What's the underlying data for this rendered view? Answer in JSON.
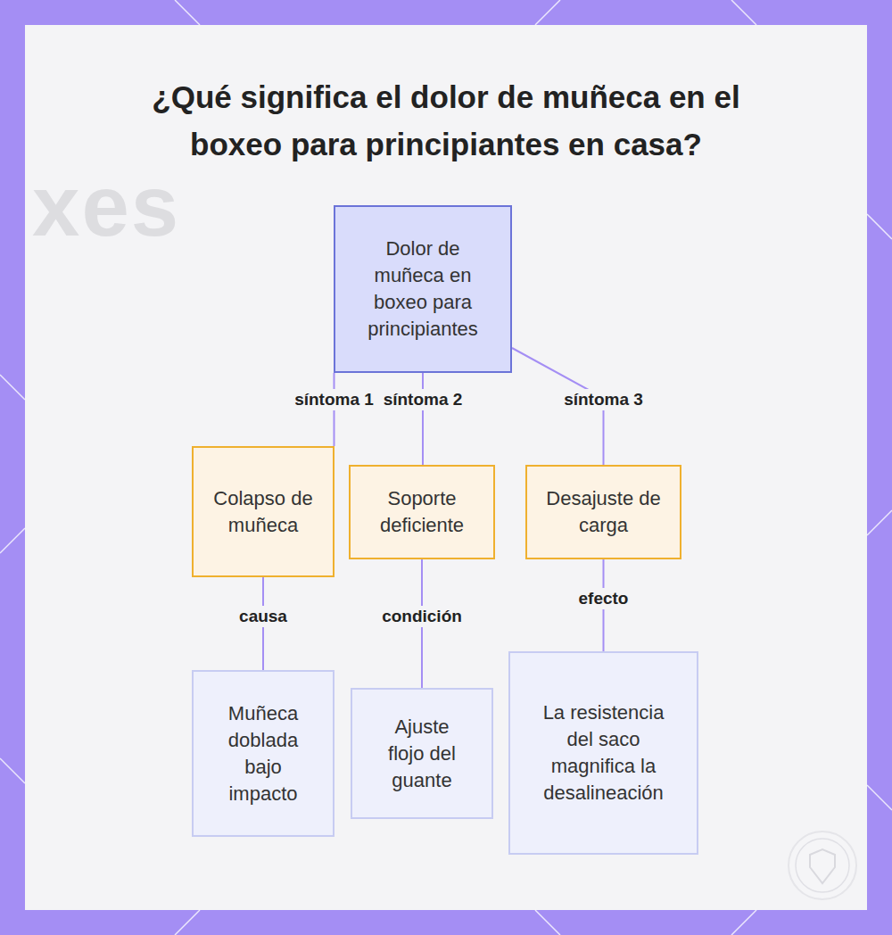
{
  "diagram": {
    "title": "¿Qué significa el dolor de muñeca en el boxeo para principiantes en casa?",
    "nodes": [
      {
        "text": [
          "Dolor de muñeca en boxeo para principiantes"
        ]
      },
      {
        "text": [
          "Colapso de muñeca"
        ]
      },
      {
        "text": [
          "Soporte deficiente"
        ]
      },
      {
        "text": [
          "Desajuste de carga"
        ]
      },
      {
        "text": [
          "Muñeca doblada bajo impacto"
        ]
      },
      {
        "text": [
          "Ajuste flojo del guante"
        ]
      },
      {
        "text": [
          "La resistencia del saco magnifica la desalineación"
        ]
      }
    ],
    "edges": [
      {
        "from": 0,
        "to": 1,
        "arrow": "none",
        "label": "síntoma 1"
      },
      {
        "from": 0,
        "to": 2,
        "arrow": "none",
        "label": "síntoma 2"
      },
      {
        "from": 0,
        "to": 3,
        "arrow": "none",
        "label": "síntoma 3"
      },
      {
        "from": 1,
        "to": 4,
        "arrow": "none",
        "label": "causa"
      },
      {
        "from": 2,
        "to": 5,
        "arrow": "none",
        "label": "condición"
      },
      {
        "from": 3,
        "to": 6,
        "arrow": "none",
        "label": "efecto"
      }
    ],
    "labels": [
      "xes"
    ]
  }
}
